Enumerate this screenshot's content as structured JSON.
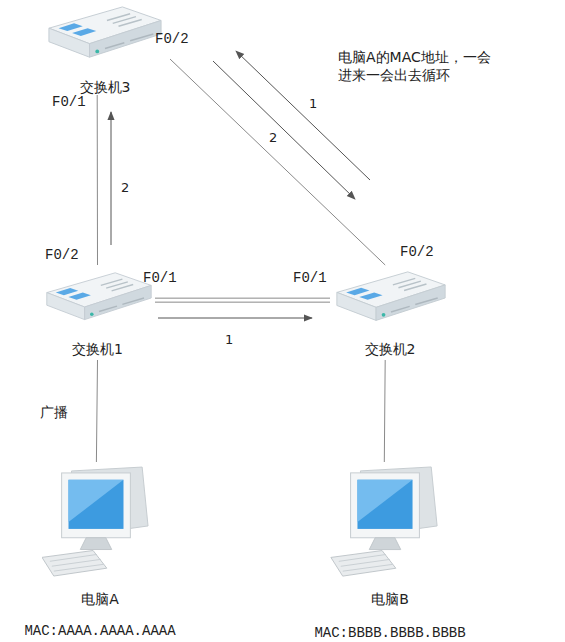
{
  "diagram": {
    "nodes": [
      {
        "text": [
          "交换机3"
        ]
      },
      {
        "text": [
          "交换机1"
        ]
      },
      {
        "text": [
          "交换机2"
        ]
      },
      {
        "text": [
          "电脑A",
          "MAC:AAAA.AAAA.AAAA"
        ]
      },
      {
        "text": [
          "电脑B",
          "MAC:BBBB.BBBB.BBBB"
        ]
      }
    ],
    "edges": [
      {
        "from": 0,
        "to": 1,
        "arrow": "none"
      },
      {
        "from": 0,
        "to": 2,
        "arrow": "none"
      },
      {
        "from": 1,
        "to": 2,
        "arrow": "none"
      },
      {
        "from": 1,
        "to": 3,
        "label": "广播",
        "arrow": "none"
      },
      {
        "from": 2,
        "to": 4,
        "arrow": "none"
      }
    ],
    "labels": [
      "F0/2",
      "F0/1",
      "电脑A的MAC地址，一会 进来一会出去循环",
      "1",
      "2",
      "2",
      "F0/2",
      "F0/1",
      "F0/1",
      "F0/2",
      "1"
    ]
  }
}
